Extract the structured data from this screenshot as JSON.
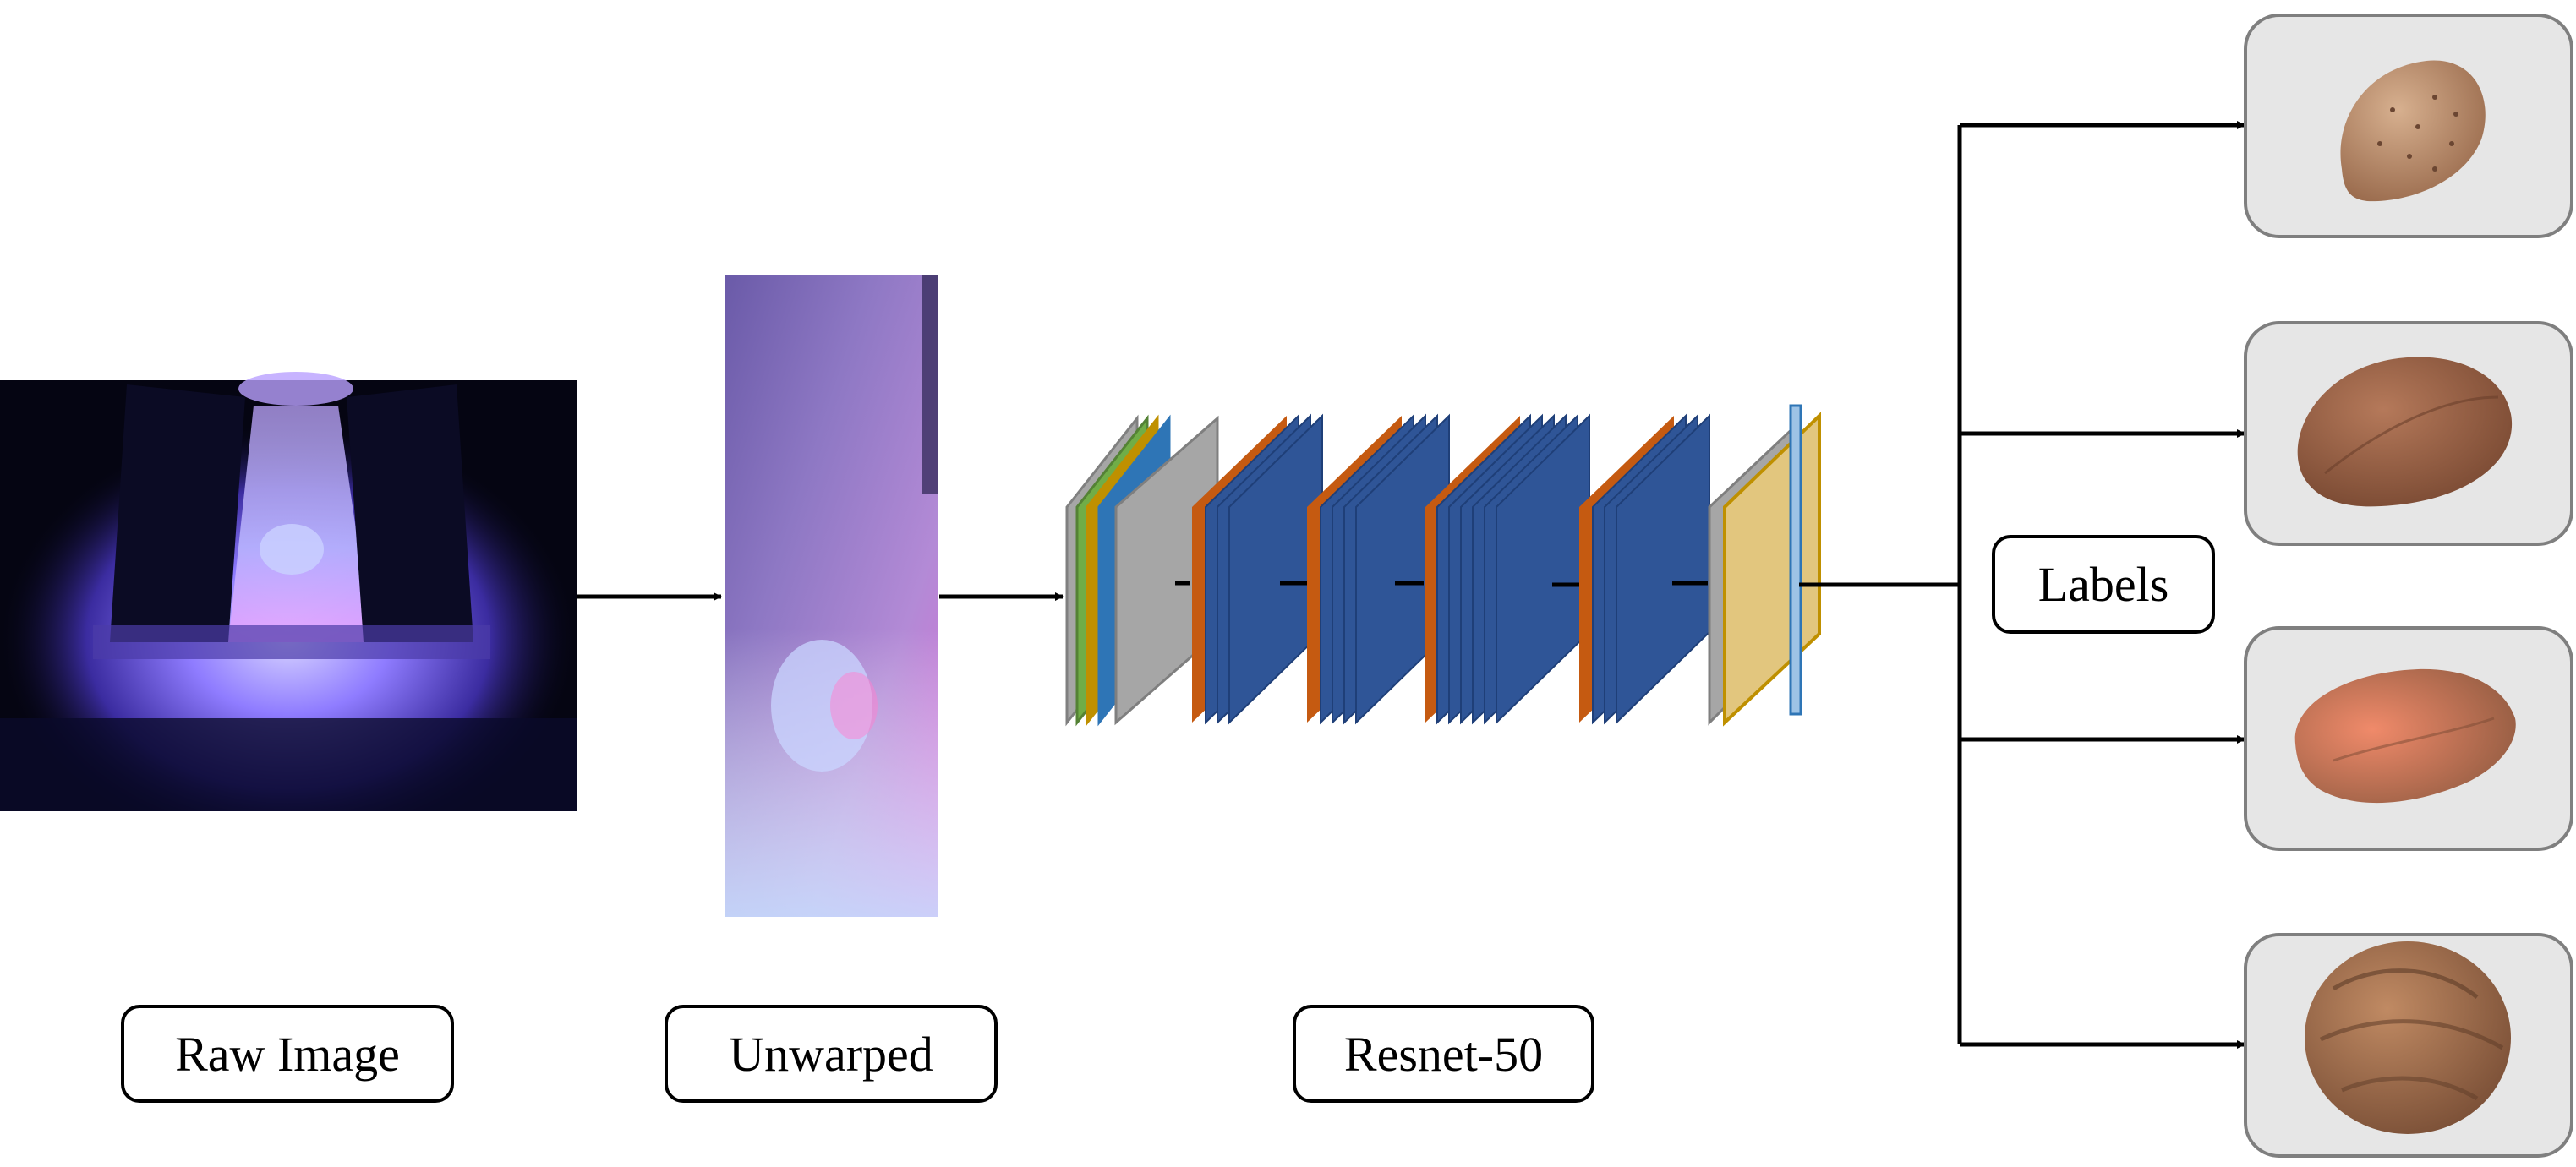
{
  "labels": {
    "raw_image": "Raw Image",
    "unwarped": "Unwarped",
    "resnet": "Resnet-50",
    "labels": "Labels"
  },
  "colors": {
    "arrow": "#000000",
    "layer_blue": "#2F5597",
    "layer_orange": "#C55A11",
    "layer_gray": "#A6A6A6",
    "layer_gold": "#BF9000",
    "layer_tan": "#E2C67E",
    "layer_green": "#70AD47",
    "layer_lightblue": "#2E75B6",
    "nut_card_bg": "#E6E6E6",
    "nut_card_border": "#7F7F7F"
  },
  "icons": {
    "raw_image": "conveyor-camera-image",
    "unwarped": "unwarped-strip-image",
    "nuts": [
      "almond-icon",
      "brazil-nut-icon",
      "pecan-icon",
      "walnut-icon"
    ]
  }
}
